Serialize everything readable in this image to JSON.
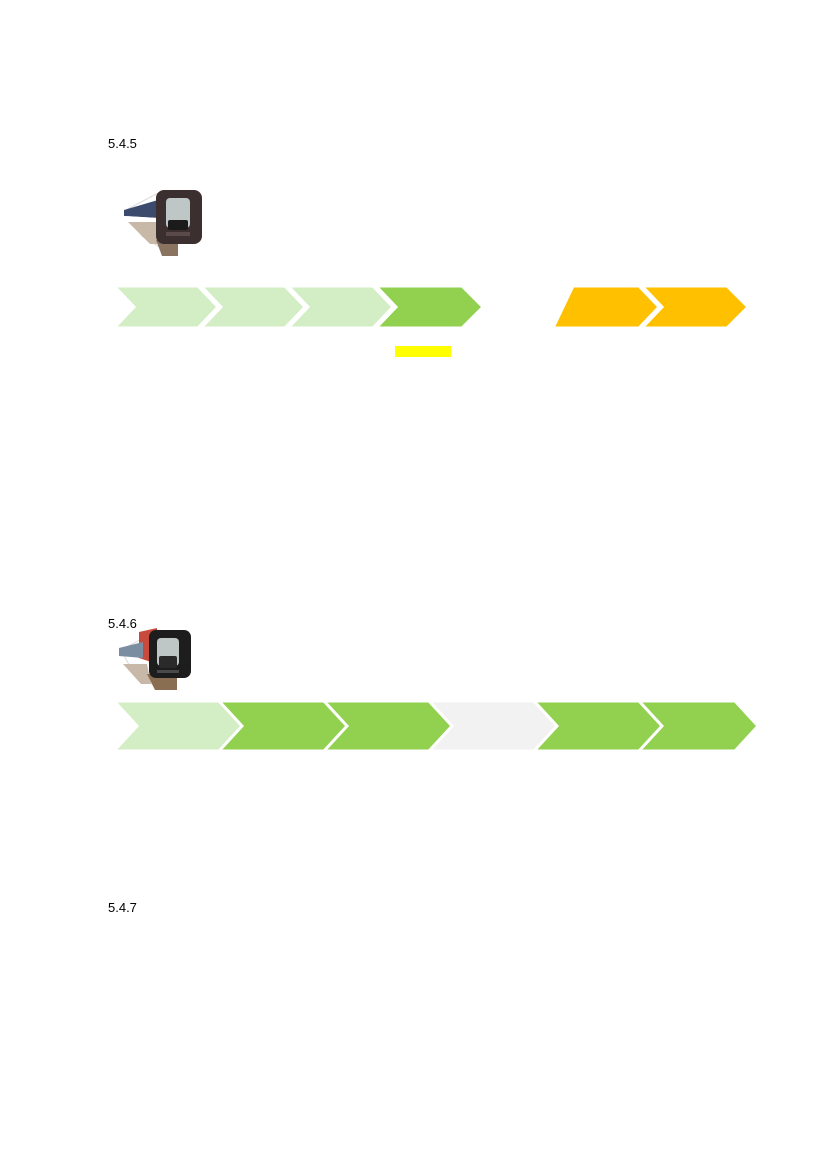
{
  "sections": [
    {
      "number": "5.4.5"
    },
    {
      "number": "5.4.6"
    },
    {
      "number": "5.4.7"
    }
  ],
  "colors": {
    "light_green": "#d3edc4",
    "green": "#92d050",
    "amber": "#ffc000",
    "light_grey": "#f2f2f2",
    "highlight_yellow": "#ffff00",
    "train_body_dark": "#3b2f2f",
    "train_body_black": "#1d1d1d"
  },
  "process_rows": [
    {
      "steps": [
        "light_green",
        "light_green",
        "light_green",
        "green"
      ]
    },
    {
      "steps": [
        "amber",
        "amber"
      ]
    },
    {
      "steps": [
        "light_green",
        "green",
        "green",
        "light_grey",
        "green",
        "green"
      ]
    }
  ],
  "icons": [
    "train-front-icon",
    "train-front-icon"
  ]
}
